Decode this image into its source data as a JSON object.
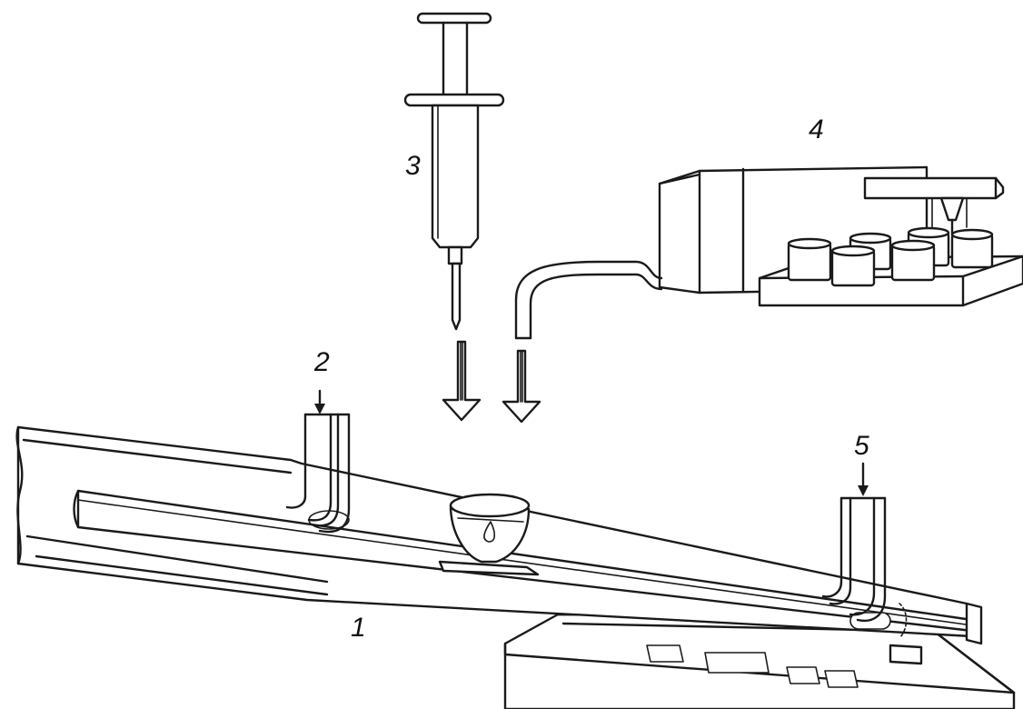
{
  "labels": {
    "furnace": "1",
    "gas_inlet": "2",
    "syringe": "3",
    "autosampler": "4",
    "gas_outlet": "5"
  },
  "colors": {
    "line": "#1a1a1a",
    "background": "#ffffff"
  }
}
